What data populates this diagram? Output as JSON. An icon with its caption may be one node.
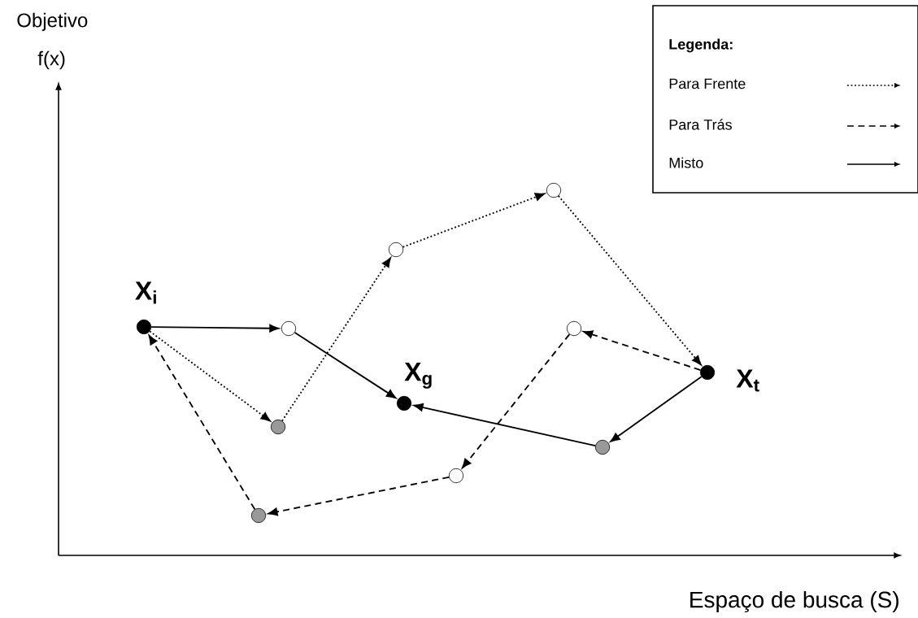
{
  "diagram": {
    "nodes": [
      {
        "text": [],
        "shape": "circle",
        "beside": [
          "X$_{i}$"
        ]
      },
      {
        "text": [],
        "shape": "circle"
      },
      {
        "text": [],
        "shape": "circle",
        "beside": [
          "X$_{g}$"
        ]
      },
      {
        "text": [],
        "shape": "circle"
      },
      {
        "text": [],
        "shape": "circle"
      },
      {
        "text": [],
        "shape": "circle"
      },
      {
        "text": [],
        "shape": "circle",
        "beside": [
          "X$_{t}$"
        ]
      },
      {
        "text": [],
        "shape": "circle"
      },
      {
        "text": [],
        "shape": "circle"
      },
      {
        "text": [],
        "shape": "circle"
      },
      {
        "text": [],
        "shape": "circle"
      }
    ],
    "edges": [
      {
        "from": 0,
        "to": 1,
        "arrow": "to"
      },
      {
        "from": 1,
        "to": 2,
        "arrow": "to"
      },
      {
        "from": 6,
        "to": 8,
        "arrow": "to"
      },
      {
        "from": 8,
        "to": 2,
        "arrow": "to"
      },
      {
        "from": 0,
        "to": 3,
        "arrow": "to",
        "style": "dashed"
      },
      {
        "from": 3,
        "to": 4,
        "arrow": "to",
        "style": "dashed"
      },
      {
        "from": 4,
        "to": 5,
        "arrow": "to",
        "style": "dashed"
      },
      {
        "from": 5,
        "to": 6,
        "arrow": "to",
        "style": "dashed"
      },
      {
        "from": 6,
        "to": 7,
        "arrow": "to",
        "style": "dashed"
      },
      {
        "from": 7,
        "to": 9,
        "arrow": "to",
        "style": "dashed"
      },
      {
        "from": 9,
        "to": 10,
        "arrow": "to",
        "style": "dashed"
      },
      {
        "from": 10,
        "to": 0,
        "arrow": "to",
        "style": "dashed"
      }
    ],
    "labels": [
      "Objetivo",
      "f(x)",
      "Legenda:",
      "Espaço de busca (S)"
    ],
    "legend": [
      {
        "text": "Para Frente"
      },
      {
        "text": "Para Trás"
      },
      {
        "text": "Misto"
      }
    ]
  }
}
